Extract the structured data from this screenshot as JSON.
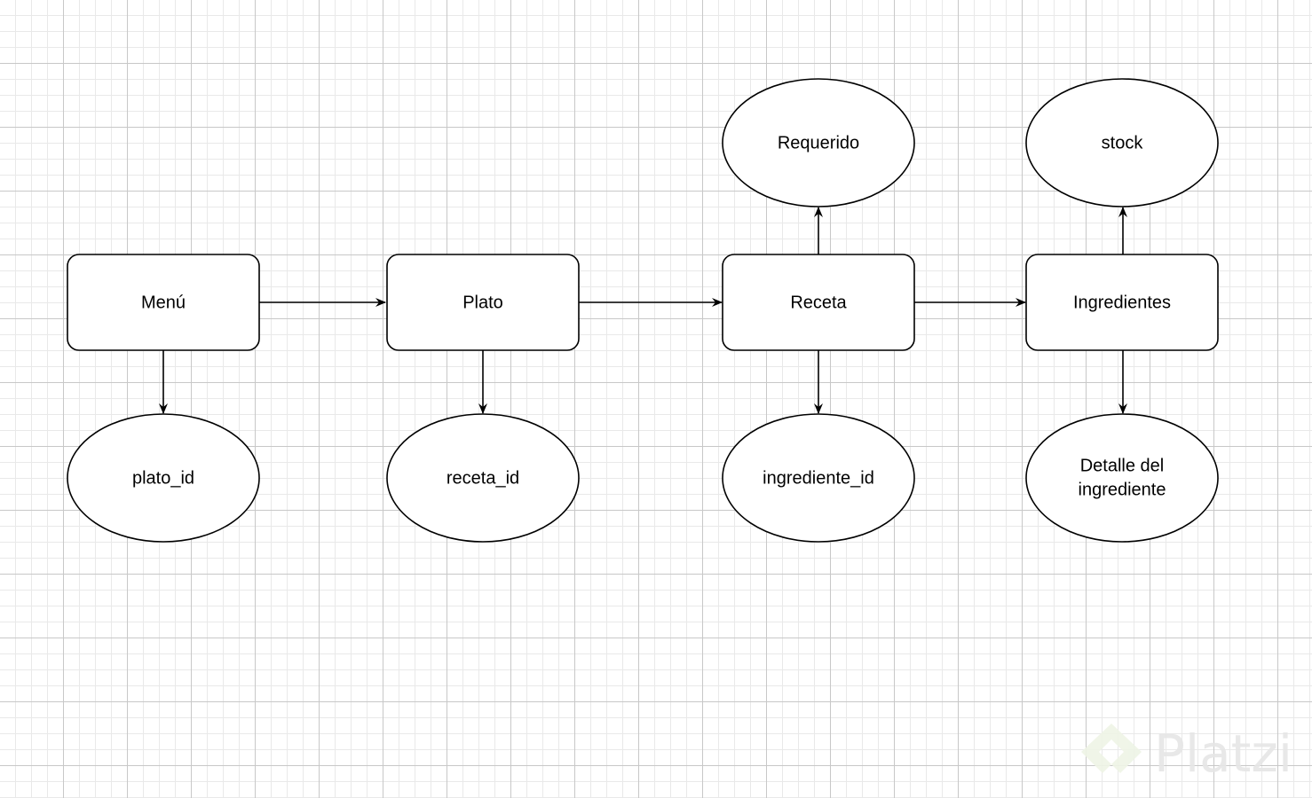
{
  "diagram": {
    "nodes": {
      "menu": {
        "label": "Menú",
        "shape": "rounded-rect"
      },
      "plato": {
        "label": "Plato",
        "shape": "rounded-rect"
      },
      "receta": {
        "label": "Receta",
        "shape": "rounded-rect"
      },
      "ingredientes": {
        "label": "Ingredientes",
        "shape": "rounded-rect"
      },
      "plato_id": {
        "label": "plato_id",
        "shape": "ellipse"
      },
      "receta_id": {
        "label": "receta_id",
        "shape": "ellipse"
      },
      "ingrediente_id": {
        "label": "ingrediente_id",
        "shape": "ellipse"
      },
      "requerido": {
        "label": "Requerido",
        "shape": "ellipse"
      },
      "stock": {
        "label": "stock",
        "shape": "ellipse"
      },
      "detalle": {
        "lines": [
          "Detalle del",
          "ingrediente"
        ],
        "shape": "ellipse"
      }
    },
    "edges": [
      {
        "from": "menu",
        "to": "plato"
      },
      {
        "from": "plato",
        "to": "receta"
      },
      {
        "from": "receta",
        "to": "ingredientes"
      },
      {
        "from": "menu",
        "to": "plato_id"
      },
      {
        "from": "plato",
        "to": "receta_id"
      },
      {
        "from": "receta",
        "to": "ingrediente_id"
      },
      {
        "from": "receta",
        "to": "requerido"
      },
      {
        "from": "ingredientes",
        "to": "stock"
      },
      {
        "from": "ingredientes",
        "to": "detalle"
      }
    ],
    "colors": {
      "stroke": "#000000",
      "fill": "#ffffff",
      "grid_major": "#c8c8c8",
      "grid_minor": "#e9e9e9"
    }
  },
  "watermark": {
    "text": "Platzi",
    "icon": "platzi-logo-icon"
  }
}
